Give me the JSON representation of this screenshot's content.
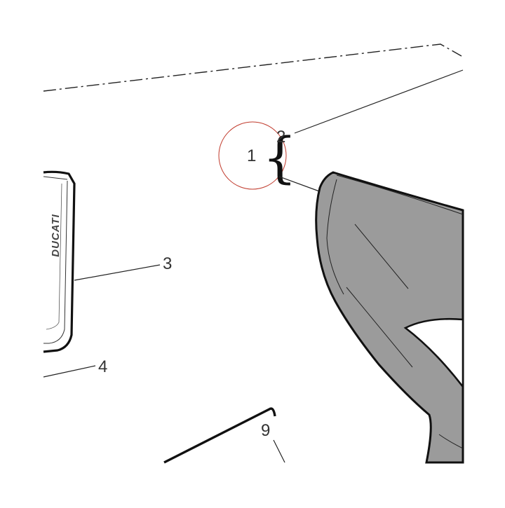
{
  "diagram": {
    "callouts": {
      "c1": "1",
      "c2": "2",
      "c3": "3",
      "c4": "4",
      "c9": "9"
    },
    "logo_text": "DUCATI",
    "colors": {
      "part_fill": "#9b9b9b",
      "outline": "#111111",
      "highlight_circle": "#c0392b",
      "leader": "#222222"
    }
  }
}
